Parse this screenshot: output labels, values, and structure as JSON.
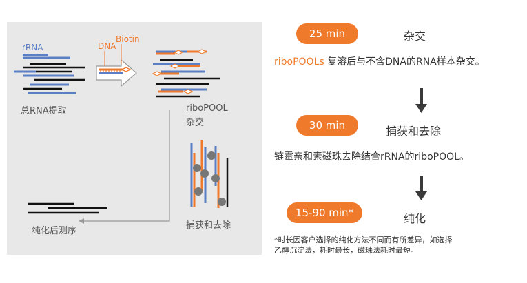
{
  "left_panel": {
    "rrna_label": "rRNA",
    "dna_label": "DNA",
    "biotin_label": "Biotin",
    "extract_label": "总RNA提取",
    "hyb_label_line1": "riboPOOL",
    "hyb_label_line2": "杂交",
    "capture_label": "捕获和去除",
    "seq_label": "纯化后测序"
  },
  "steps": [
    {
      "time": "25 min",
      "title": "杂交"
    },
    {
      "time": "30 min",
      "title": "捕获和去除"
    },
    {
      "time": "15-90 min*",
      "title": "纯化"
    }
  ],
  "desc1": {
    "highlight": "riboPOOLs",
    "text": " 复溶后与不含DNA的RNA样本杂交。"
  },
  "desc2": "链霉亲和素磁珠去除结合rRNA的riboPOOL。",
  "note": {
    "line1": "*时长因客户选择的纯化方法不同而有所差异，如选择",
    "line2": "乙醇沉淀法，耗时最长，磁珠法耗时最短。"
  },
  "colors": {
    "orange": "#ef7a2b",
    "blue": "#5b7fc4",
    "black": "#111111",
    "arrow": "#3a3a3a",
    "panel": "#e8e8e8"
  }
}
